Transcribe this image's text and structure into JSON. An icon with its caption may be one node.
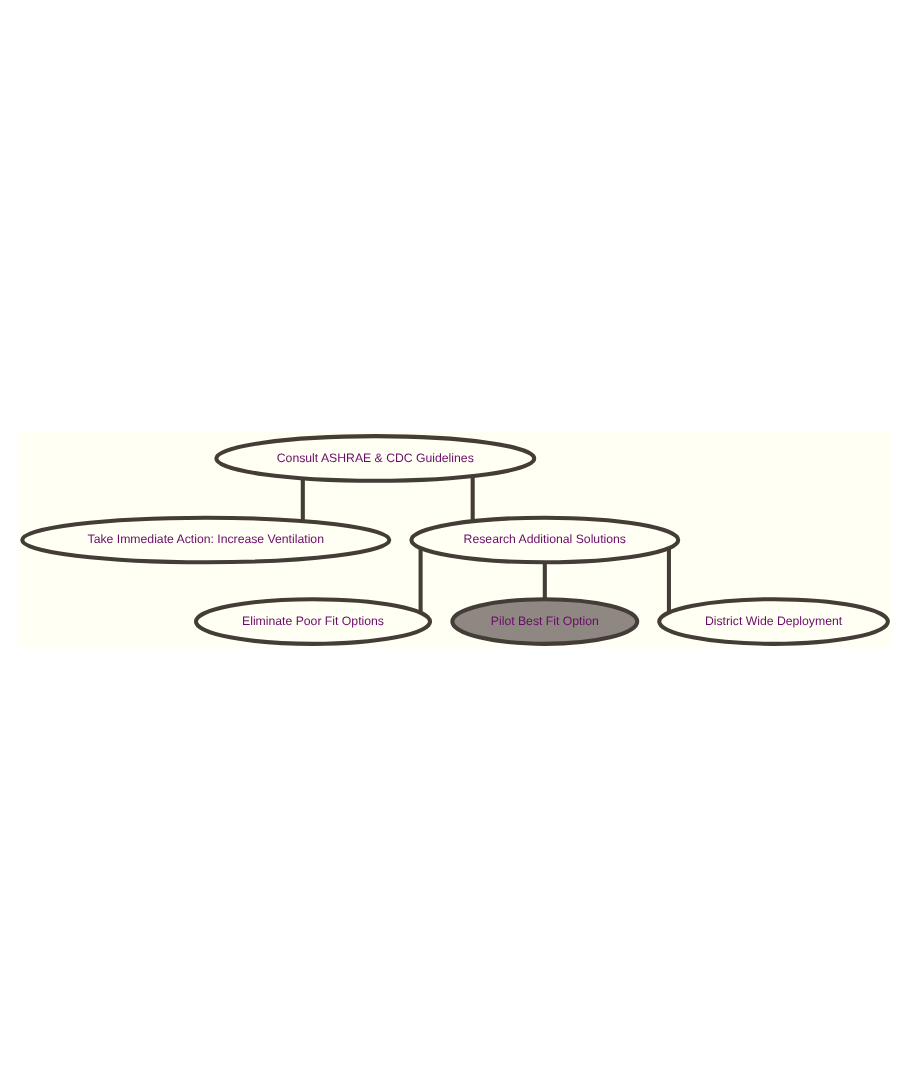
{
  "diagram": {
    "nodes": [
      {
        "text": [
          "Consult ASHRAE & CDC Guidelines"
        ]
      },
      {
        "text": [
          "Take Immediate Action: Increase Ventilation"
        ]
      },
      {
        "text": [
          "Research Additional Solutions"
        ]
      },
      {
        "text": [
          "Eliminate Poor Fit Options"
        ]
      },
      {
        "text": [
          "Pilot Best Fit Option"
        ]
      },
      {
        "text": [
          "District Wide Deployment"
        ]
      }
    ],
    "edges": [
      {
        "from": 0,
        "to": 1,
        "arrow": "none"
      },
      {
        "from": 0,
        "to": 2,
        "arrow": "none"
      },
      {
        "from": 2,
        "to": 3,
        "arrow": "none"
      },
      {
        "from": 2,
        "to": 4,
        "arrow": "none"
      },
      {
        "from": 2,
        "to": 5,
        "arrow": "none"
      }
    ]
  }
}
